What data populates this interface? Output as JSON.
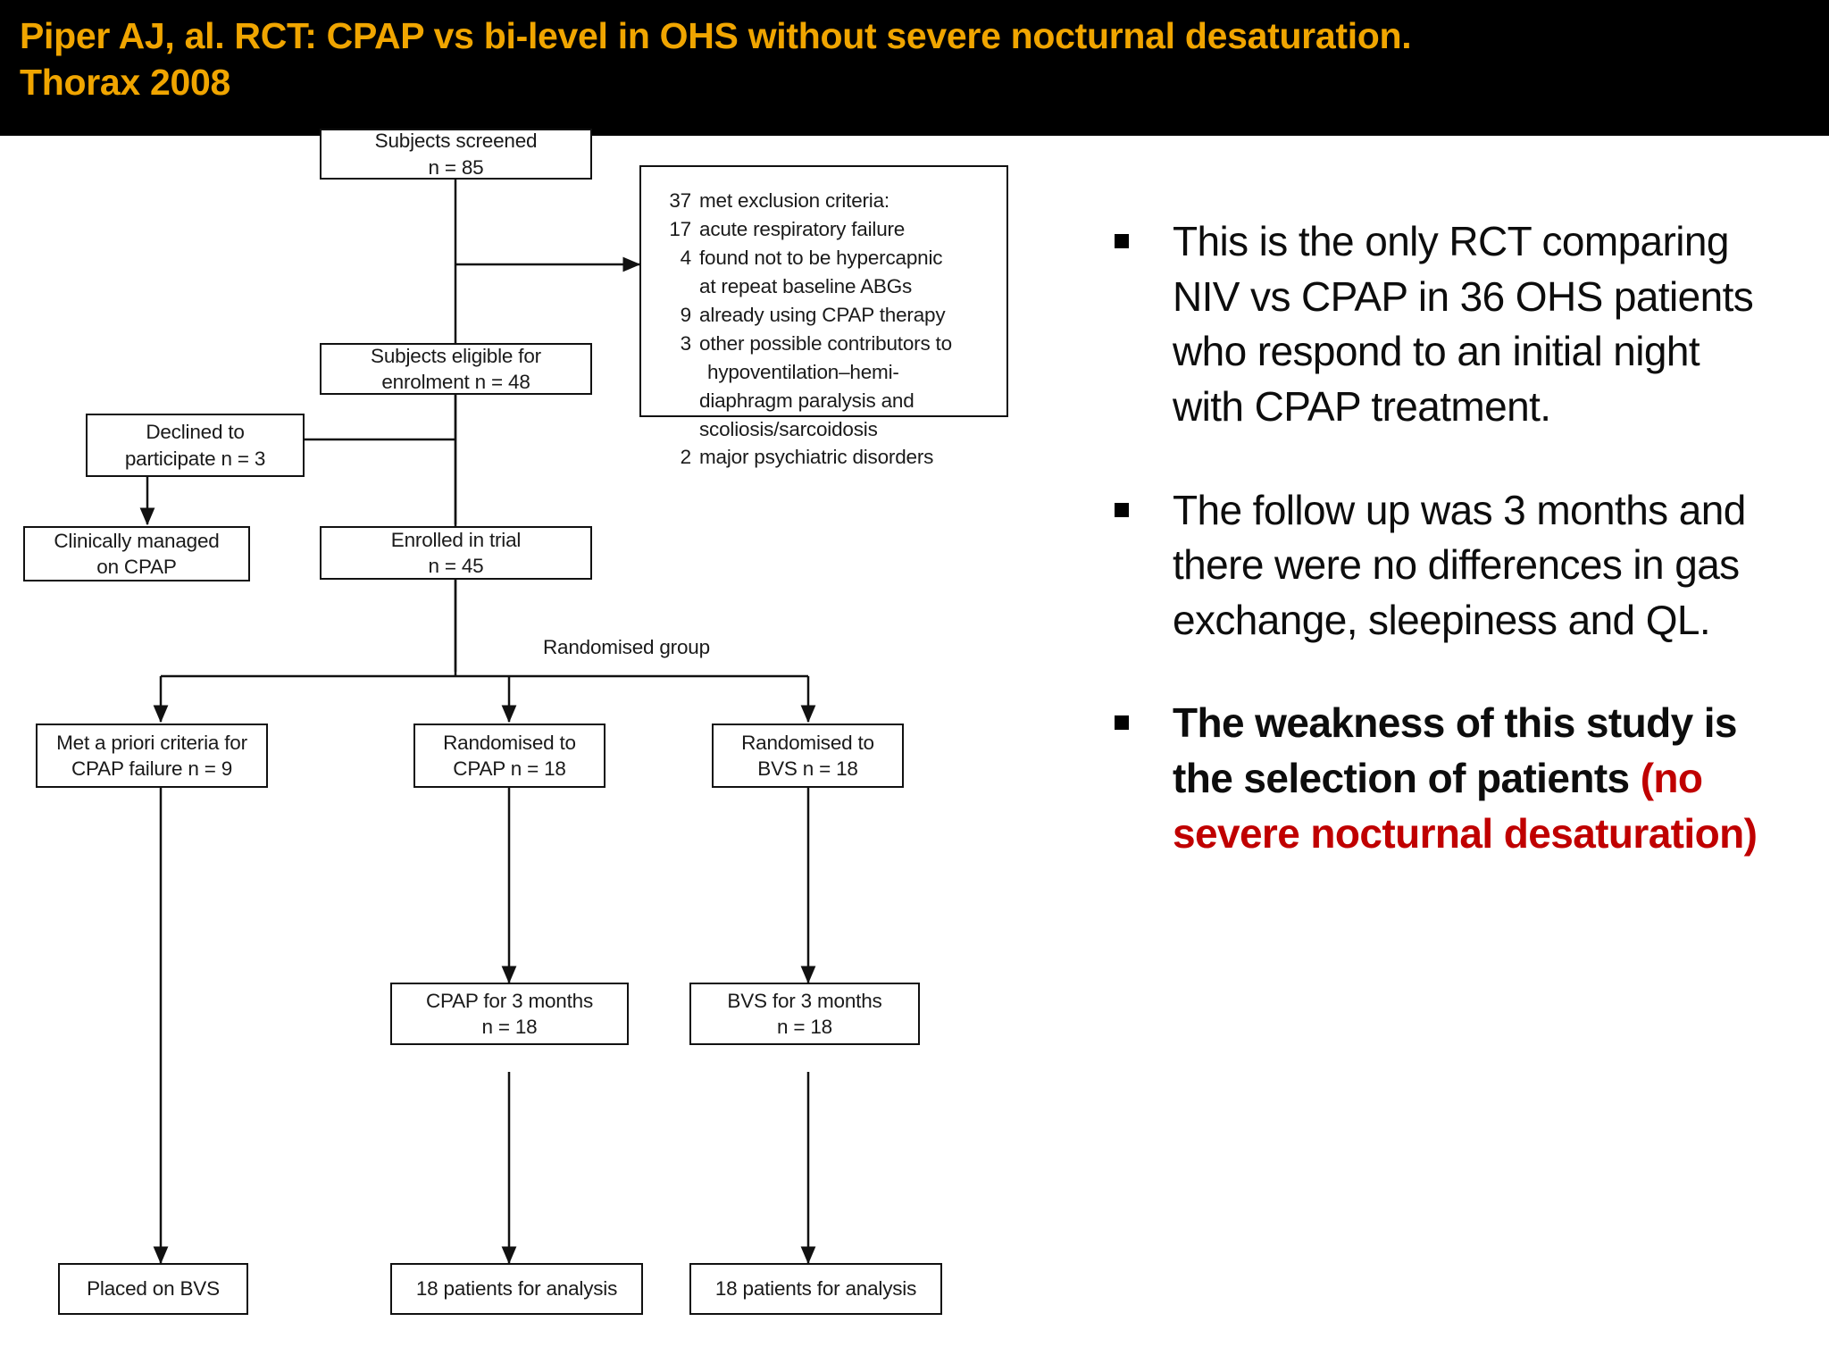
{
  "title": {
    "line1": "Piper AJ, al. RCT: CPAP vs bi-level in OHS without severe nocturnal desaturation.",
    "line2": "Thorax 2008",
    "color": "#F0A500",
    "background": "#000000"
  },
  "flowchart": {
    "label_randomised_group": "Randomised group",
    "boxes": {
      "subjects_screened": {
        "line1": "Subjects screened",
        "line2": "n = 85"
      },
      "subjects_eligible": {
        "line1": "Subjects eligible for",
        "line2": "enrolment n = 48"
      },
      "declined": {
        "line1": "Declined to",
        "line2": "participate n = 3"
      },
      "clinically_managed": {
        "line1": "Clinically managed",
        "line2": "on CPAP"
      },
      "enrolled": {
        "line1": "Enrolled in trial",
        "line2": "n = 45"
      },
      "met_criteria_failure": {
        "line1": "Met a priori criteria for",
        "line2": "CPAP failure n = 9"
      },
      "randomised_cpap": {
        "line1": "Randomised to",
        "line2": "CPAP n = 18"
      },
      "randomised_bvs": {
        "line1": "Randomised to",
        "line2": "BVS n = 18"
      },
      "cpap_3_months": {
        "line1": "CPAP for 3 months",
        "line2": "n = 18"
      },
      "bvs_3_months": {
        "line1": "BVS for 3 months",
        "line2": "n = 18"
      },
      "placed_on_bvs": {
        "line1": "Placed on BVS",
        "line2": ""
      },
      "analysis_cpap": {
        "line1": "18 patients for analysis",
        "line2": ""
      },
      "analysis_bvs": {
        "line1": "18 patients for analysis",
        "line2": ""
      }
    },
    "exclusion_box": {
      "rows": [
        {
          "num": "37",
          "text": "met exclusion criteria:"
        },
        {
          "num": "17",
          "text": "acute respiratory failure"
        },
        {
          "num": "4",
          "text": "found not to be hypercapnic"
        },
        {
          "num": "",
          "text": "at repeat baseline ABGs",
          "continuation": true
        },
        {
          "num": "9",
          "text": "already using CPAP therapy"
        },
        {
          "num": "3",
          "text": "other possible contributors to"
        },
        {
          "num": "",
          "text": "hypoventilation–hemi-",
          "continuation": true,
          "indent2": true
        },
        {
          "num": "",
          "text": "diaphragm paralysis and",
          "continuation": true
        },
        {
          "num": "",
          "text": "scoliosis/sarcoidosis",
          "continuation": true
        },
        {
          "num": "2",
          "text": "major psychiatric disorders"
        }
      ]
    }
  },
  "bullets": [
    {
      "bold": false,
      "segments": [
        {
          "text": "This is the only RCT comparing NIV vs CPAP in 36 OHS patients who respond to an initial night with CPAP treatment.",
          "color": "#0d0d0d"
        }
      ]
    },
    {
      "bold": false,
      "segments": [
        {
          "text": "The follow up was 3 months and there were no differences in gas exchange, sleepiness and QL.",
          "color": "#0d0d0d"
        }
      ]
    },
    {
      "bold": true,
      "segments": [
        {
          "text": "The weakness of this study is the selection of patients ",
          "color": "#0d0d0d"
        },
        {
          "text": "(no severe nocturnal desaturation)",
          "color": "#C00000"
        }
      ]
    }
  ]
}
